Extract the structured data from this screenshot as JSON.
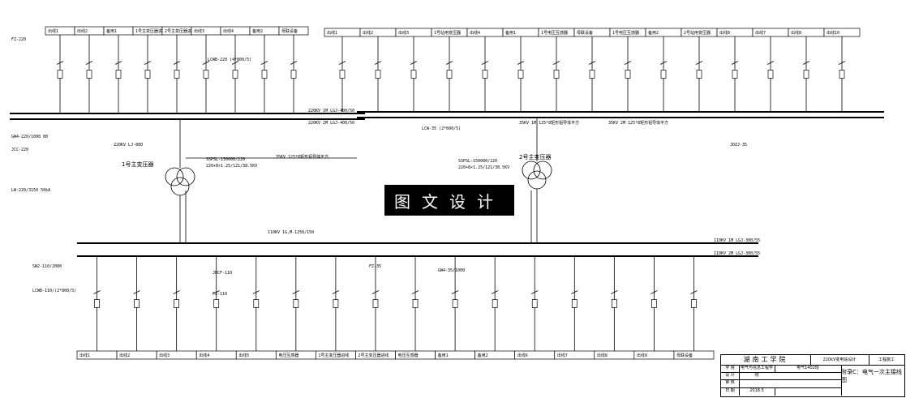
{
  "top_feeders_left": [
    "出线1",
    "出线2",
    "备用1",
    "1号主变压器进线",
    "2号主变压器进线",
    "出线3",
    "出线4",
    "备用2",
    "母联设备"
  ],
  "top_feeders_right": [
    "出线1",
    "出线2",
    "出线3",
    "1号站用变压器",
    "出线4",
    "备用1",
    "1号电压互感器",
    "母联设备",
    "1号电压互感器",
    "备用2",
    "2号站用变压器",
    "出线8",
    "出线7",
    "出线8",
    "出线10"
  ],
  "bottom_feeders": [
    "出线1",
    "出线2",
    "出线3",
    "出线4",
    "出线5",
    "电压互感器",
    "1号主变压器进线",
    "2号主变压器进线",
    "电压互感器",
    "备用1",
    "备用2",
    "出线6",
    "出线7",
    "出线8",
    "出线9",
    "母联设备"
  ],
  "bus_labels": {
    "bus_220_1": "220KV 1M LGJ-400/50",
    "bus_220_2": "220KV 2M LGJ-400/50",
    "bus_35_1": "35KV 1M 125*8矩形铝导体平方",
    "bus_35_2": "35KV 2M 125*8矩形铝导体平方",
    "bus_110_1": "110KV 1M LGJ-300/55",
    "bus_110_2": "110KV 2M LGJ-300/55",
    "tie_220": "220KV LJ-800",
    "tie_110": "110KV 1G,M-1250/150",
    "tie_35": "35KV 125*8矩形铝导体平方"
  },
  "transformers": [
    {
      "name": "1号主变压器",
      "spec": "SSPSL-150000/220",
      "ratio": "220+8×1.25/121/38.5KV"
    },
    {
      "name": "2号主变压器",
      "spec": "SSPSL-150000/220",
      "ratio": "220+8×1.25/121/38.5KV"
    }
  ],
  "banner": "图文设计",
  "title_block": {
    "school": "湖南工学院",
    "project": "220kV变电站设计",
    "department": "电气与信息工程学院",
    "class": "电气1402班",
    "major": "工程施工",
    "drawing_title": "附录C：电气一次主接线图",
    "rows": [
      "学 院",
      "设 计",
      "审 核",
      "日 期"
    ],
    "date": "2018.5"
  },
  "equipment_notes": [
    "GW4-220/1000 80",
    "LW-220/3150 50kA",
    "JCC-220",
    "LCWB-220 (4*800/5)",
    "FZ-220",
    "SW2-110/2000",
    "LCWB-110/(2*800/5)",
    "JDCF-110",
    "FZ-110",
    "GW4-35/1000",
    "FZ-35",
    "LCW-35 (2*600/5)",
    "JDZJ-35"
  ]
}
